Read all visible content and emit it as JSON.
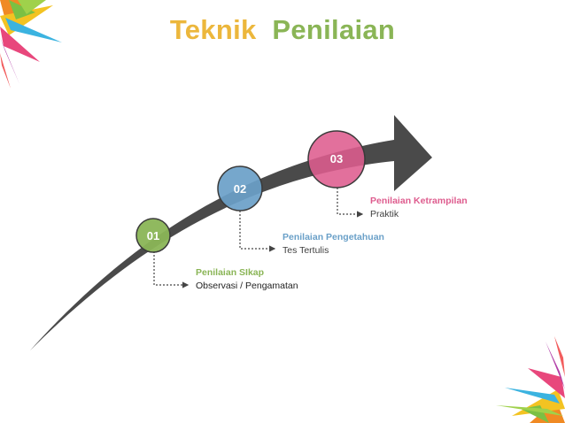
{
  "title": {
    "word1": "Teknik",
    "word2": "Penilaian"
  },
  "steps": [
    {
      "number": "01",
      "heading": "Penilaian SIkap",
      "detail": "Observasi / Pengamatan",
      "color": "#8ab556"
    },
    {
      "number": "02",
      "heading": "Penilaian Pengetahuan",
      "detail": "Tes Tertulis",
      "color": "#6aa0c8"
    },
    {
      "number": "03",
      "heading": "Penilaian Ketrampilan",
      "detail": "Praktik",
      "color": "#de5c8e"
    }
  ],
  "colors": {
    "arrow": "#4a4a4a",
    "connector": "#444444"
  }
}
